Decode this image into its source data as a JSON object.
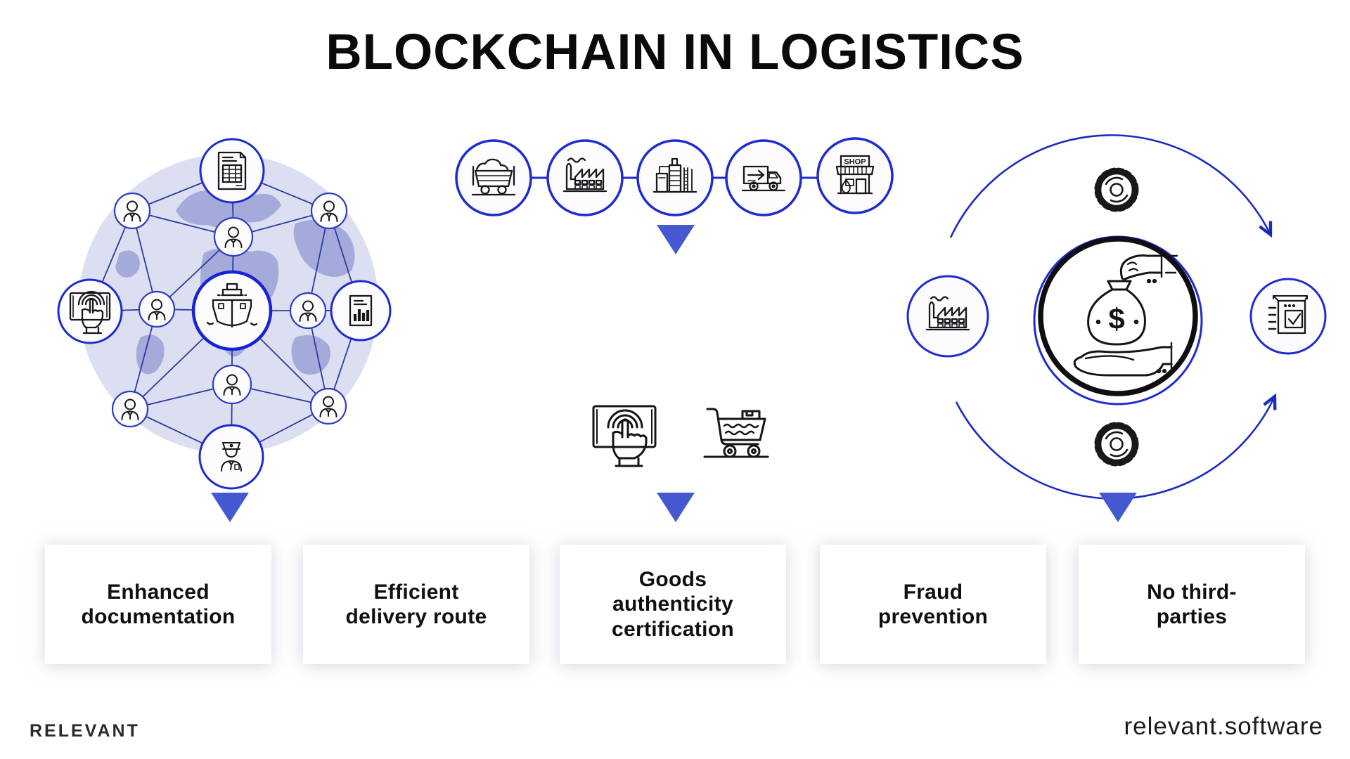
{
  "title": "BLOCKCHAIN IN LOGISTICS",
  "benefits": [
    {
      "label": "Enhanced\ndocumentation"
    },
    {
      "label": "Efficient\ndelivery route"
    },
    {
      "label": "Goods\nauthenticity\ncertification"
    },
    {
      "label": "Fraud\nprevention"
    },
    {
      "label": "No third-\nparties"
    }
  ],
  "shop_sign": "SHOP",
  "currency_symbol": "$",
  "footer": {
    "brand": "RELEVANT",
    "website": "relevant.software"
  },
  "icons": {
    "globe_network": [
      "invoice-document-icon",
      "person-icon",
      "person-icon",
      "person-icon",
      "touch-tablet-icon",
      "person-icon",
      "cargo-ship-icon",
      "person-icon",
      "report-chart-icon",
      "person-icon",
      "person-icon",
      "person-icon",
      "captain-icon"
    ],
    "supply_chain": [
      "mining-cart-icon",
      "factory-icon",
      "processing-plant-icon",
      "delivery-truck-icon",
      "shop-icon"
    ],
    "order_step": [
      "touch-screen-icon",
      "shopping-cart-icon"
    ],
    "trust_cycle": [
      "gear-icon",
      "factory-icon",
      "money-handover-icon",
      "package-checklist-icon",
      "gear-icon"
    ]
  },
  "colors": {
    "accent_blue": "#1d2bd0",
    "network_line_blue": "#2c3a9e",
    "triangle_blue": "#4459cf",
    "globe_land": "#9aa2d6",
    "globe_sea": "#dcdff2",
    "icon_black": "#17171c"
  }
}
